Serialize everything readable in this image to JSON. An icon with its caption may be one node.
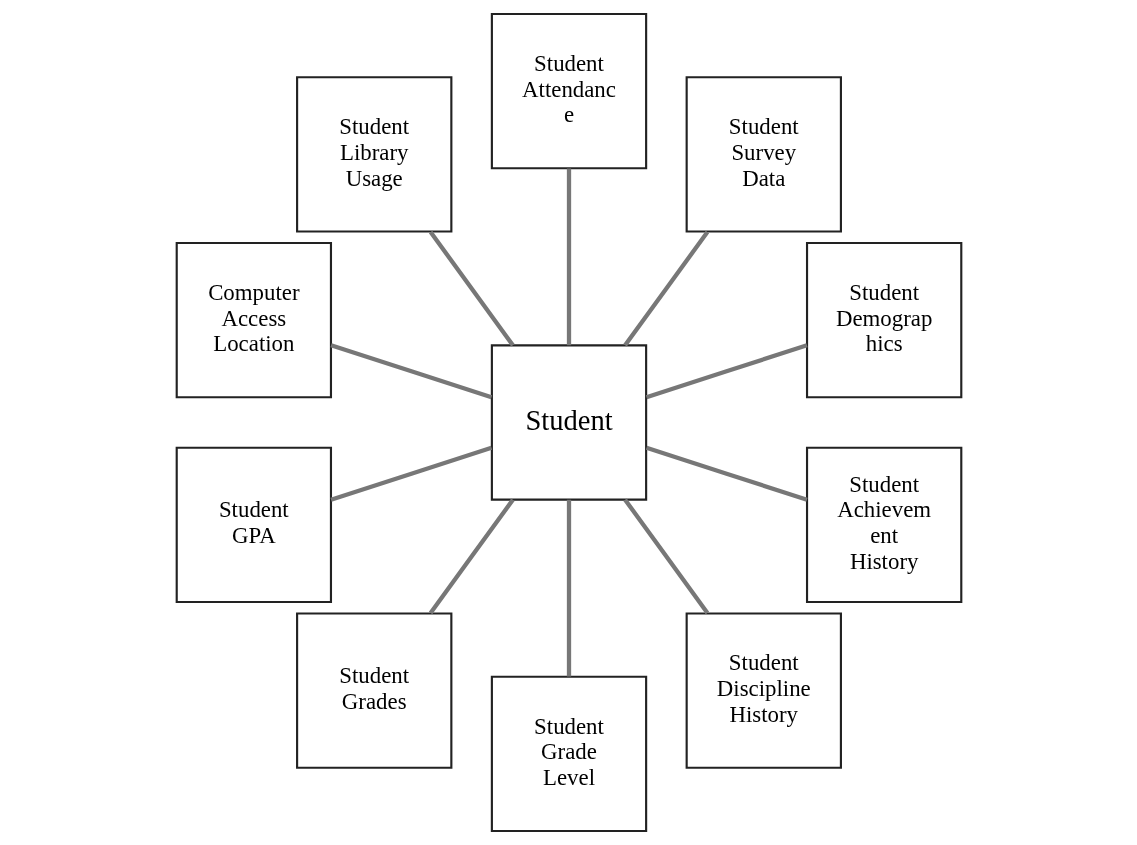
{
  "diagram": {
    "nodes": [
      {
        "text": [
          "Student Demograp hics"
        ]
      },
      {
        "text": [
          "Student Survey Data"
        ]
      },
      {
        "text": [
          "Student Attendanc e"
        ]
      },
      {
        "text": [
          "Student Library Usage"
        ]
      },
      {
        "text": [
          "Computer Access Location"
        ]
      },
      {
        "text": [
          "Student"
        ]
      },
      {
        "text": [
          "Student GPA"
        ]
      },
      {
        "text": [
          "Student Grades"
        ]
      },
      {
        "text": [
          "Student Grade Level"
        ]
      },
      {
        "text": [
          "Student Discipline History"
        ]
      },
      {
        "text": [
          "Student Achievem ent History"
        ]
      }
    ],
    "edges": [
      {
        "from": 5,
        "to": 0,
        "arrow": "none"
      },
      {
        "from": 5,
        "to": 2,
        "arrow": "none"
      },
      {
        "from": 5,
        "to": 4,
        "arrow": "none"
      },
      {
        "from": 5,
        "to": 7,
        "arrow": "none"
      },
      {
        "from": 5,
        "to": 9,
        "arrow": "none"
      },
      {
        "from": 5,
        "to": 10,
        "arrow": "none"
      },
      {
        "from": 5,
        "to": 8,
        "arrow": "none"
      },
      {
        "from": 5,
        "to": 6,
        "arrow": "none"
      },
      {
        "from": 5,
        "to": 3,
        "arrow": "none"
      },
      {
        "from": 5,
        "to": 1,
        "arrow": "none"
      }
    ]
  }
}
